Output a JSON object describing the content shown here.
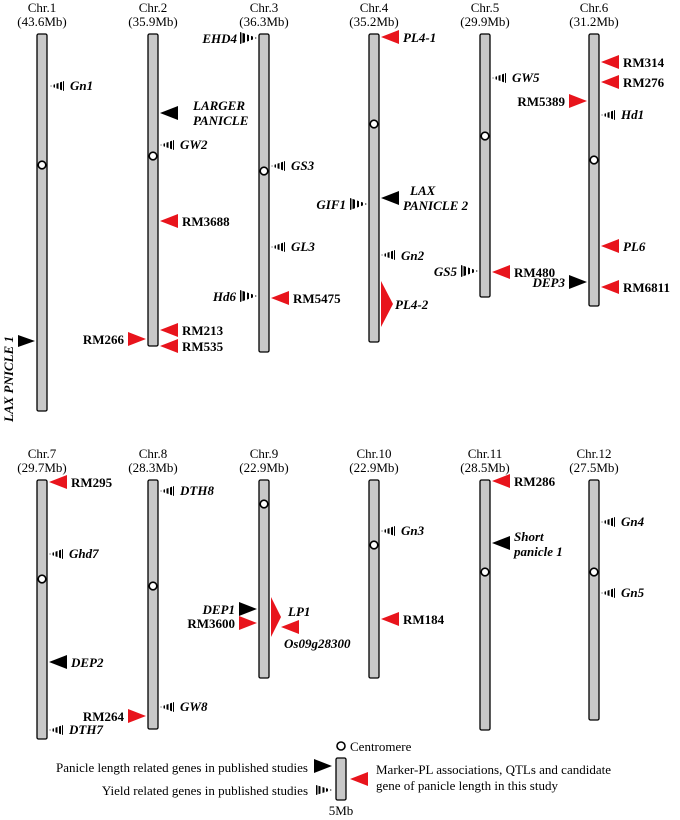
{
  "colors": {
    "marker": "#e8141c",
    "gene": "#000000",
    "chromosome": "#c8c8c8"
  },
  "chromosomes": [
    {
      "id": "chr1",
      "name": "Chr.1",
      "size": "(43.6Mb)"
    },
    {
      "id": "chr2",
      "name": "Chr.2",
      "size": "(35.9Mb)"
    },
    {
      "id": "chr3",
      "name": "Chr.3",
      "size": "(36.3Mb)"
    },
    {
      "id": "chr4",
      "name": "Chr.4",
      "size": "(35.2Mb)"
    },
    {
      "id": "chr5",
      "name": "Chr.5",
      "size": "(29.9Mb)"
    },
    {
      "id": "chr6",
      "name": "Chr.6",
      "size": "(31.2Mb)"
    },
    {
      "id": "chr7",
      "name": "Chr.7",
      "size": "(29.7Mb)"
    },
    {
      "id": "chr8",
      "name": "Chr.8",
      "size": "(28.3Mb)"
    },
    {
      "id": "chr9",
      "name": "Chr.9",
      "size": "(22.9Mb)"
    },
    {
      "id": "chr10",
      "name": "Chr.10",
      "size": "(22.9Mb)"
    },
    {
      "id": "chr11",
      "name": "Chr.11",
      "size": "(28.5Mb)"
    },
    {
      "id": "chr12",
      "name": "Chr.12",
      "size": "(27.5Mb)"
    }
  ],
  "labels": {
    "gn1": "Gn1",
    "lax_panicle_1": "LAX PNICLE 1",
    "larger": "LARGER",
    "panicle": "PANICLE",
    "gw2": "GW2",
    "rm3688": "RM3688",
    "rm266": "RM266",
    "rm213": "RM213",
    "rm535": "RM535",
    "ehd4": "EHD4",
    "gs3": "GS3",
    "gl3": "GL3",
    "hd6": "Hd6",
    "rm5475": "RM5475",
    "pl4_1": "PL4-1",
    "gif1": "GIF1",
    "lax": "LAX",
    "panicle_2": "PANICLE 2",
    "gn2": "Gn2",
    "pl4_2": "PL4-2",
    "gw5": "GW5",
    "gs5": "GS5",
    "rm480": "RM480",
    "rm314": "RM314",
    "rm276": "RM276",
    "rm5389": "RM5389",
    "hd1": "Hd1",
    "pl6": "PL6",
    "dep3": "DEP3",
    "rm6811": "RM6811",
    "rm295": "RM295",
    "ghd7": "Ghd7",
    "dep2": "DEP2",
    "rm264": "RM264",
    "dth7": "DTH7",
    "dth8": "DTH8",
    "gw8": "GW8",
    "dep1": "DEP1",
    "rm3600": "RM3600",
    "lp1": "LP1",
    "os09g28300": "Os09g28300",
    "gn3": "Gn3",
    "rm184": "RM184",
    "rm286": "RM286",
    "short": "Short",
    "panicle_1": "panicle 1",
    "gn4": "Gn4",
    "gn5": "Gn5"
  },
  "legend": {
    "centromere": "Centromere",
    "panicle_genes": "Panicle length related genes in published studies",
    "yield_genes": "Yield related genes in published studies",
    "marker_line1": "Marker-PL associations, QTLs and candidate",
    "marker_line2": "gene of panicle length in this study",
    "scale": "5Mb"
  }
}
